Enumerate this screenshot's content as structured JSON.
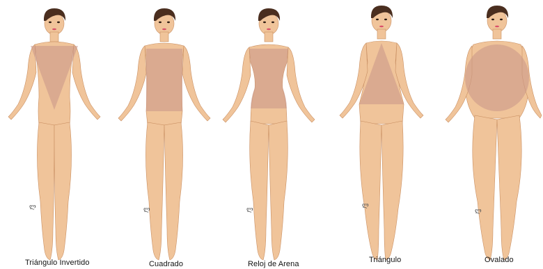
{
  "figures": [
    {
      "id": "triangulo-invertido",
      "label": "Triángulo Invertido",
      "shape": "inverted-triangle"
    },
    {
      "id": "cuadrado",
      "label": "Cuadrado",
      "shape": "rectangle"
    },
    {
      "id": "reloj-de-arena",
      "label": "Reloj de Arena",
      "shape": "hourglass"
    },
    {
      "id": "triangulo",
      "label": "Triángulo",
      "shape": "triangle"
    },
    {
      "id": "ovalado",
      "label": "Ovalado",
      "shape": "oval"
    }
  ],
  "colors": {
    "skin": "#f0c49a",
    "skin_outline": "#c98f62",
    "overlay": "#c89688",
    "hair": "#4a2e1f",
    "lips": "#d9506a",
    "caption": "#111111"
  }
}
